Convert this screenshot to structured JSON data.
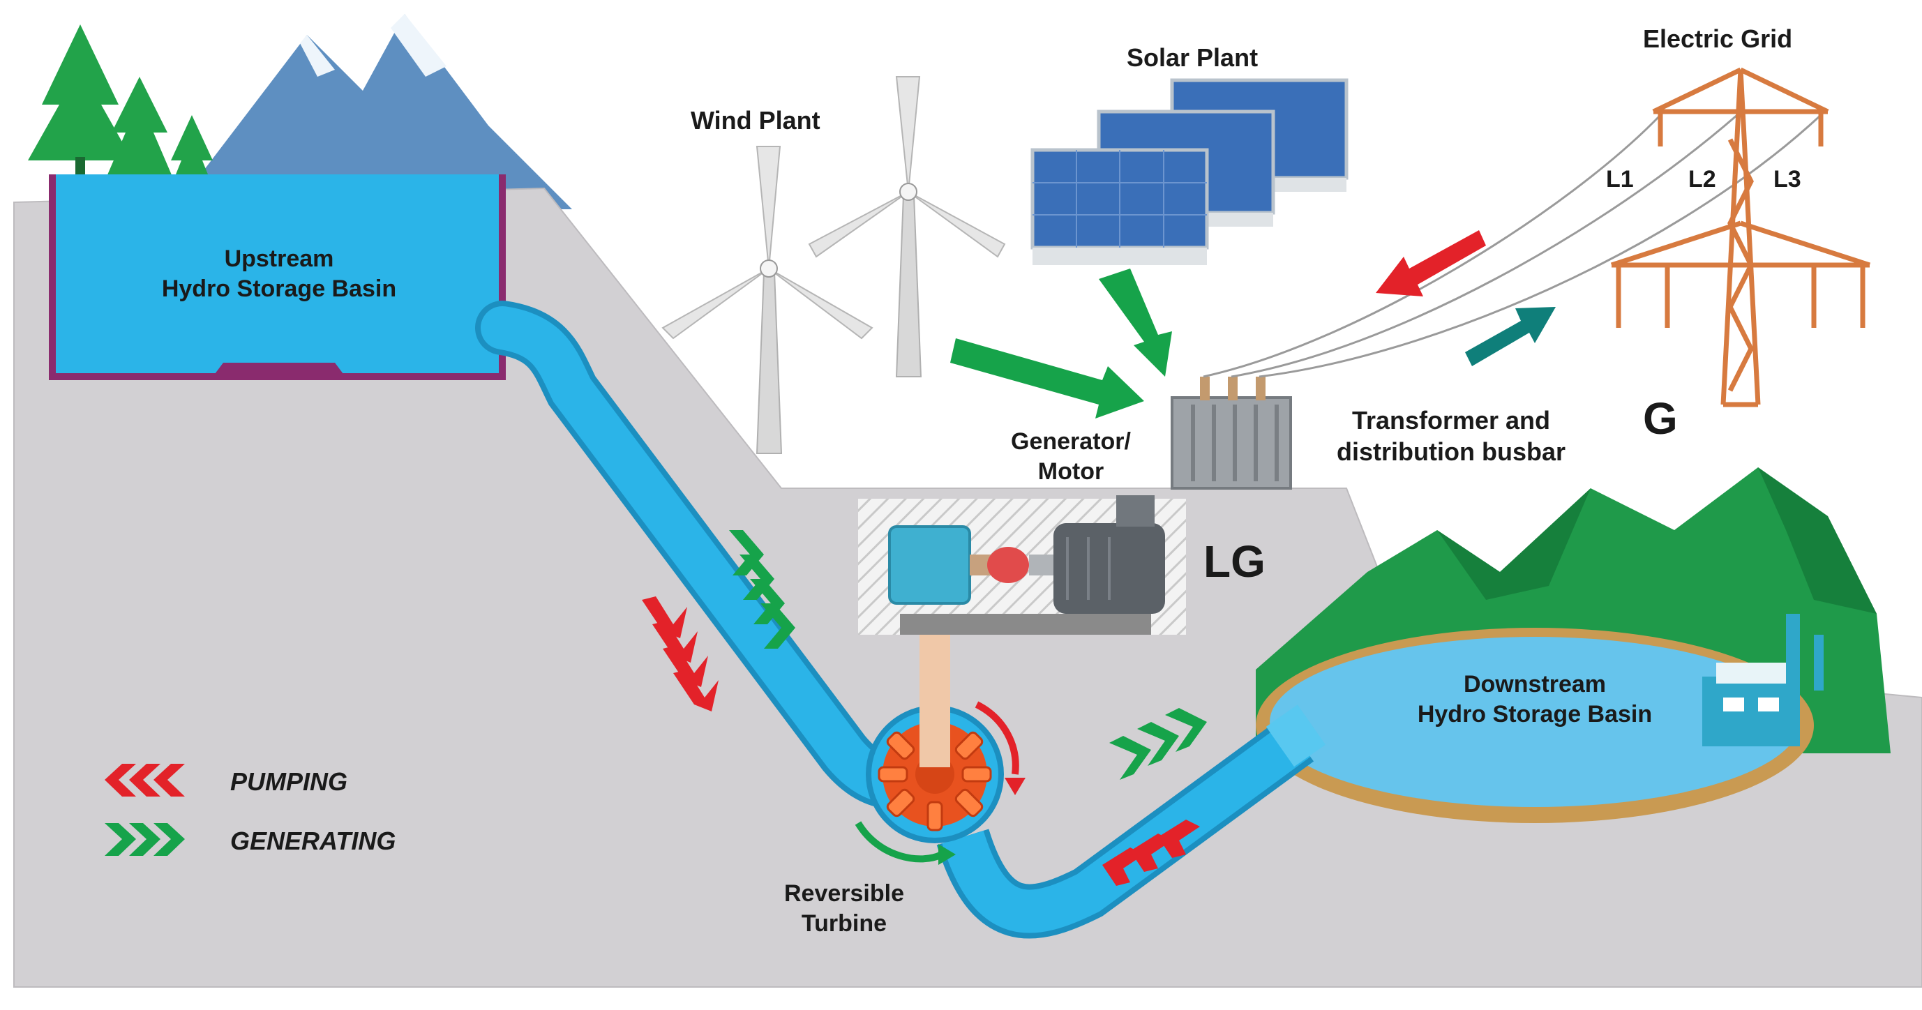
{
  "labels": {
    "wind_plant": "Wind Plant",
    "solar_plant": "Solar Plant",
    "electric_grid": "Electric Grid",
    "upstream_line1": "Upstream",
    "upstream_line2": "Hydro Storage Basin",
    "downstream_line1": "Downstream",
    "downstream_line2": "Hydro Storage Basin",
    "generator_line1": "Generator/",
    "generator_line2": "Motor",
    "transformer_line1": "Transformer and",
    "transformer_line2": "distribution busbar",
    "turbine_line1": "Reversible",
    "turbine_line2": "Turbine",
    "lg": "LG",
    "g": "G",
    "l1": "L1",
    "l2": "L2",
    "l3": "L3"
  },
  "legend": {
    "pumping": "PUMPING",
    "generating": "GENERATING"
  },
  "colors": {
    "pumping": "#e32229",
    "generating": "#16a34a",
    "grid_export": "#0f7f7a",
    "water": "#2bb4e8",
    "ground": "#d2d0d3",
    "tower": "#d77a3f"
  }
}
